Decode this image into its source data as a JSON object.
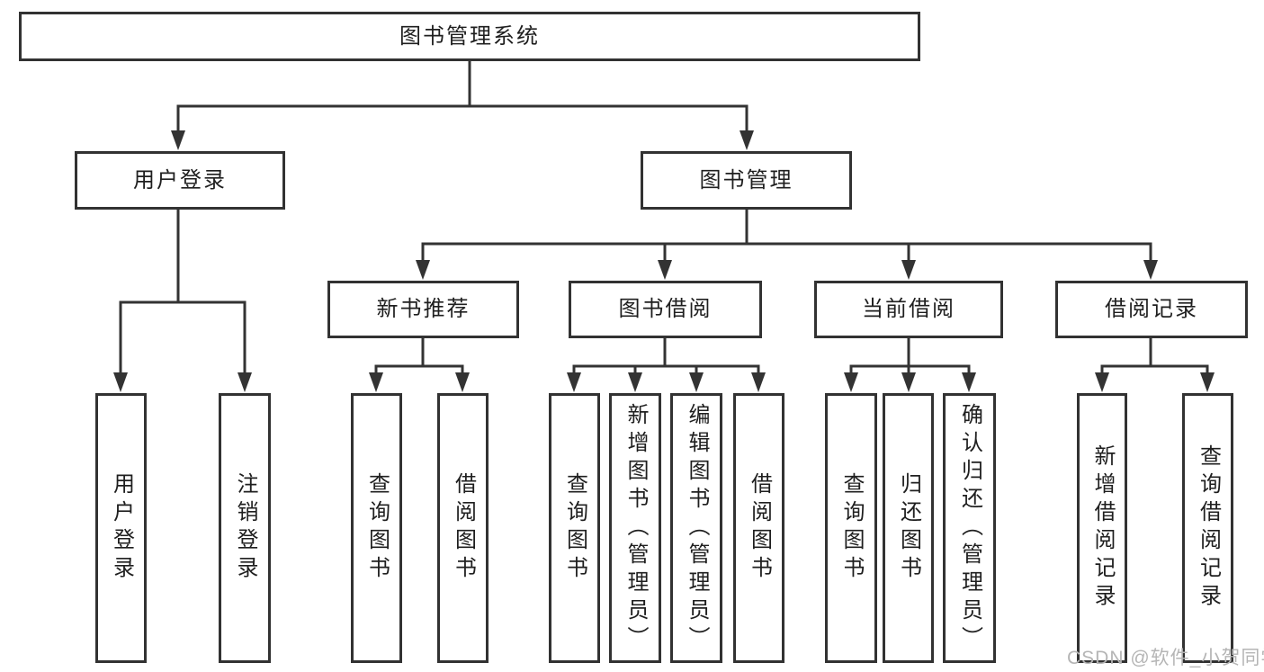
{
  "diagram": {
    "root": {
      "label": "图书管理系统"
    },
    "level2": [
      {
        "label": "用户登录"
      },
      {
        "label": "图书管理"
      }
    ],
    "level3": [
      {
        "label": "新书推荐"
      },
      {
        "label": "图书借阅"
      },
      {
        "label": "当前借阅"
      },
      {
        "label": "借阅记录"
      }
    ],
    "leaves": {
      "user": [
        "用户登录",
        "注销登录"
      ],
      "recommend": [
        "查询图书",
        "借阅图书"
      ],
      "borrowing": [
        "查询图书",
        "新增图书（管理员）",
        "编辑图书（管理员）",
        "借阅图书"
      ],
      "current": [
        "查询图书",
        "归还图书",
        "确认归还（管理员）"
      ],
      "records": [
        "新增借阅记录",
        "查询借阅记录"
      ]
    }
  },
  "watermark": {
    "text": "CSDN @软件_小贺同学"
  },
  "colors": {
    "line": "#333333",
    "border": "#323232",
    "text": "#1f1f1f",
    "watermark": "#b5b5b5",
    "background": "#ffffff"
  }
}
